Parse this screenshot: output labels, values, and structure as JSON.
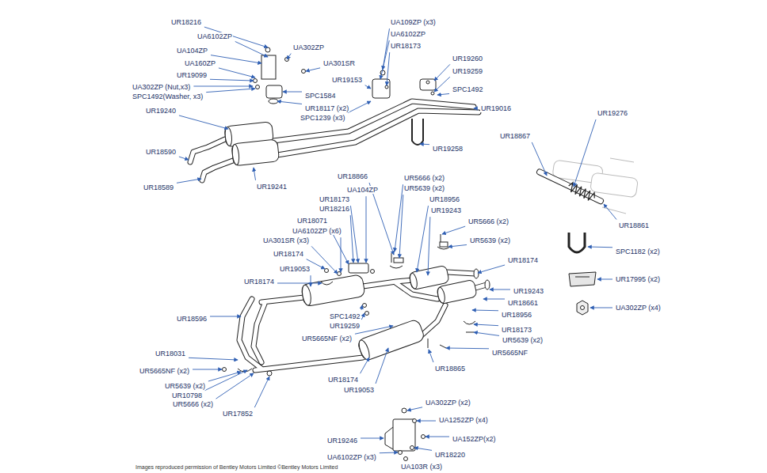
{
  "diagram": {
    "labels": [
      "UR18216",
      "UA6102ZP",
      "UA104ZP",
      "UA302ZP",
      "UA160ZP",
      "UA301SR",
      "UR19099",
      "UA302ZP (Nut,x3)",
      "SPC1492(Washer, x3)",
      "SPC1584",
      "UR18117 (x2)",
      "SPC1239 (x3)",
      "UR19240",
      "UR18590",
      "UR18589",
      "UR19241",
      "UA109ZP (x3)",
      "UA6102ZP",
      "UR18173",
      "UR19260",
      "UR19259",
      "UR19153",
      "SPC1492",
      "UR19016",
      "UR19258",
      "UR19276",
      "UR18867",
      "UR18861",
      "SPC1182 (x2)",
      "UR17995 (x2)",
      "UA302ZP (x4)",
      "UR18866",
      "UA104ZP",
      "UR18173",
      "UR18216",
      "UR18071",
      "UA6102ZP (x6)",
      "UA301SR (x3)",
      "UR18174",
      "UR19053",
      "UR18174",
      "UR18596",
      "SPC1492",
      "UR19259",
      "UR18031",
      "UR5665NF (x2)",
      "UR5639 (x2)",
      "UR10798",
      "UR5666 (x2)",
      "UR17852",
      "UR18174",
      "UR19053",
      "UR5666 (x2)",
      "UR5639 (x2)",
      "UR18956",
      "UR19243",
      "UR5666 (x2)",
      "UR5639 (x2)",
      "UR18174",
      "UR19243",
      "UR18661",
      "UR18956",
      "UR18173",
      "UR5639 (x2)",
      "UR5665NF",
      "UR5665NF (x2)",
      "UR18865",
      "UA302ZP (x2)",
      "UA1252ZP (x4)",
      "UA152ZP(x2)",
      "UR19246",
      "UR18220",
      "UA6102ZP (x3)",
      "UA103R (x3)",
      "Images reproduced permission of Bentley Motors Limited ©Bentley Motors Limited"
    ]
  }
}
